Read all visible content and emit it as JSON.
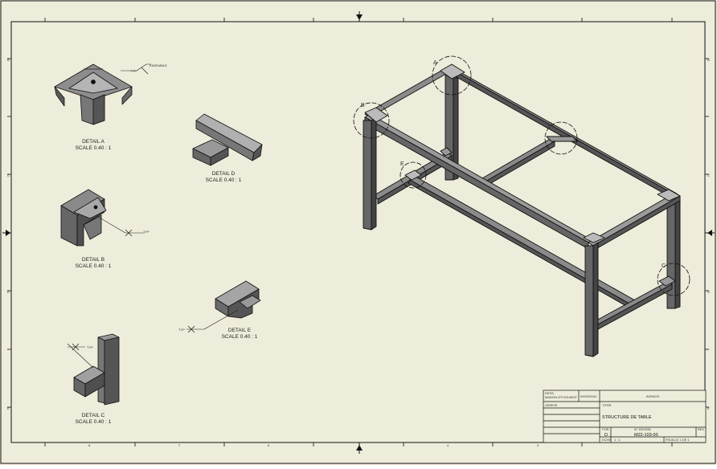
{
  "details": [
    {
      "name": "DETAIL  A",
      "scale": "SCALE 0.40 : 1"
    },
    {
      "name": "DETAIL  B",
      "scale": "SCALE 0.40 : 1"
    },
    {
      "name": "DETAIL  C",
      "scale": "SCALE 0.40 : 1"
    },
    {
      "name": "DETAIL  D",
      "scale": "SCALE 0.40 : 1"
    },
    {
      "name": "DETAIL  E",
      "scale": "SCALE 0.40 : 1"
    }
  ],
  "callouts": [
    "A",
    "B",
    "C",
    "D",
    "E"
  ],
  "weld_notes": [
    "TYP",
    "TYP",
    "TYP",
    "TYP",
    "TYP",
    "ENSEMBLE"
  ],
  "title_block": {
    "drawn_label": "DESS.",
    "drawn_by": "MANON.IZTHOUMOF",
    "date": "09/03/2024",
    "checked_label": "VERIFIE",
    "company": "AVENOS",
    "title_label": "TITRE",
    "title": "STRUCTURE DE TABLE",
    "size_label": "FOR.",
    "size": "D",
    "dwg_no_label": "N° DESSIN",
    "dwg_no": "M22-103-00",
    "rev_label": "REV",
    "scale_label": "ECHE",
    "scale": "1 : 1",
    "sheet": "FEUILLE 1 DE 1"
  },
  "zone_letters": [
    "B",
    "C",
    "D",
    "E",
    "F",
    "G"
  ],
  "zone_numbers": [
    "1",
    "2",
    "3",
    "4",
    "5",
    "6",
    "7",
    "8"
  ],
  "colors": {
    "paper": "#eeecda",
    "line": "#111111",
    "steel_light": "#9a9a9a",
    "steel_mid": "#6e6e6e",
    "steel_dark": "#4a4a4a"
  }
}
